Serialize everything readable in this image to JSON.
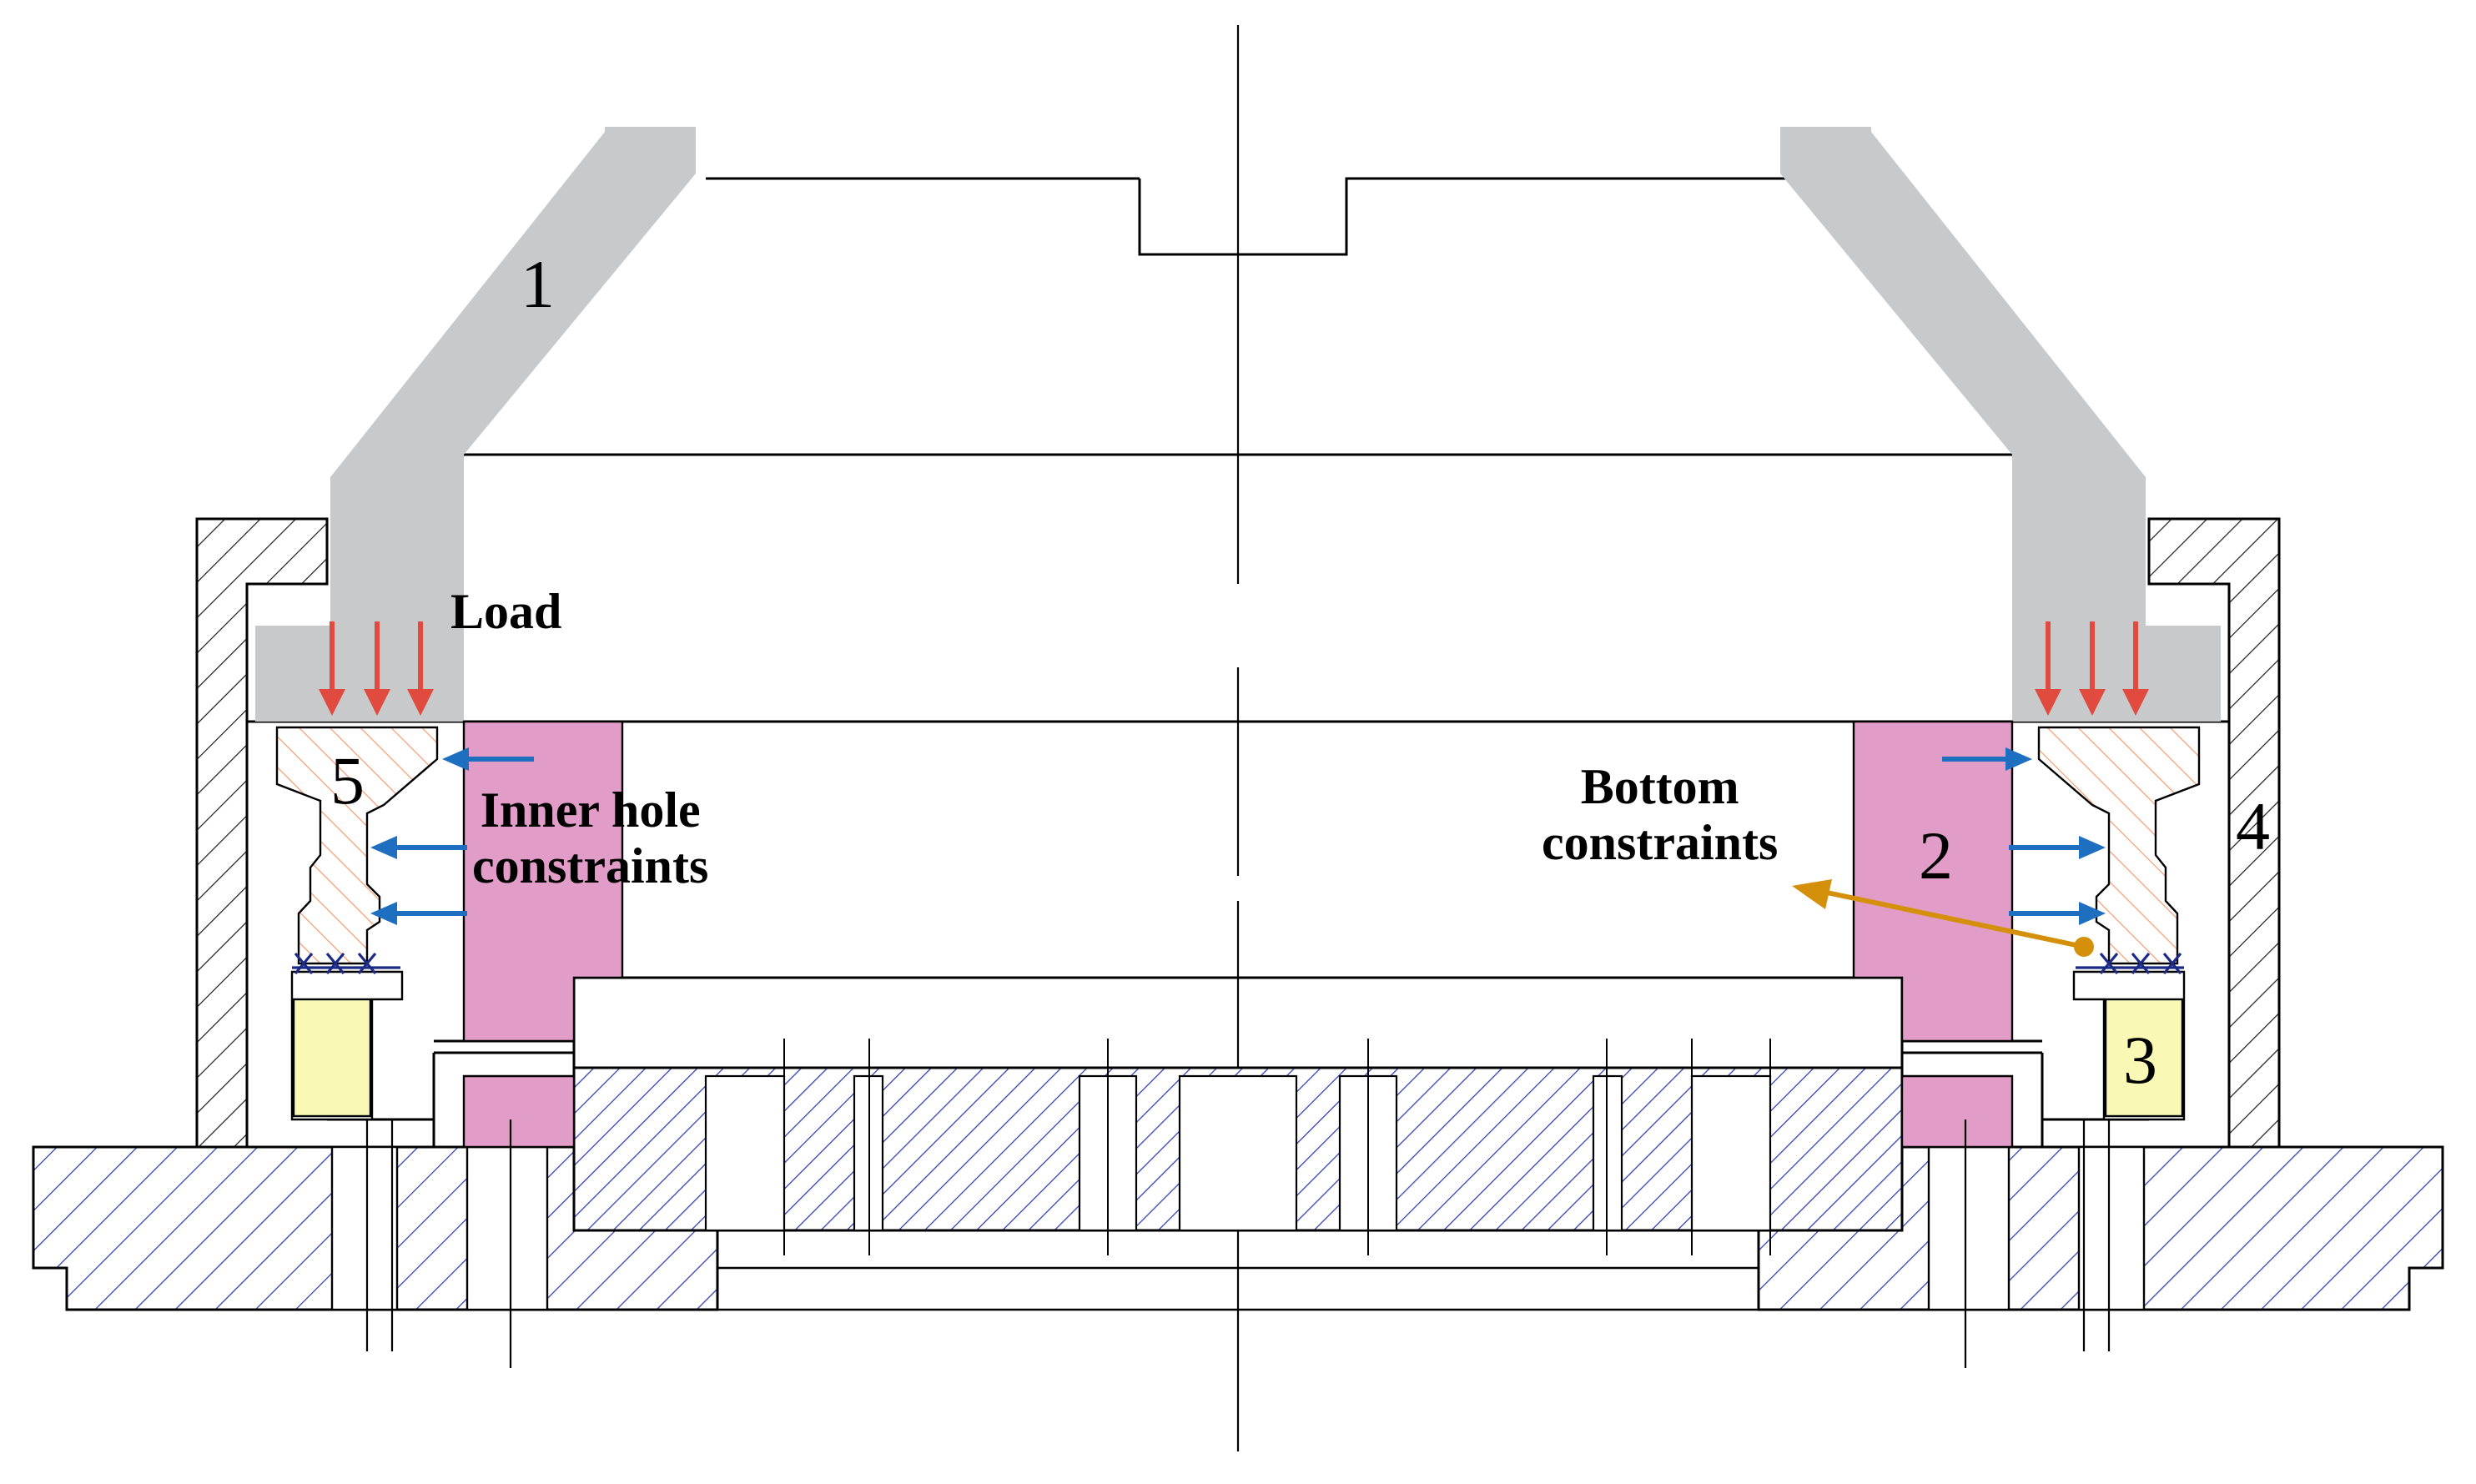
{
  "labels": {
    "part1": "1",
    "part2": "2",
    "part3": "3",
    "part4": "4",
    "part5": "5",
    "load": "Load",
    "inner_hole_line1": "Inner hole",
    "inner_hole_line2": "constraints",
    "bottom_line1": "Bottom",
    "bottom_line2": "constraints"
  },
  "colors": {
    "load_arrow": "#E14B3F",
    "constraint_arrow": "#1F6FC1",
    "bottom_constraint_pointer": "#D4900A",
    "part1_grey": "#C8C9CB",
    "part2_pink": "#E29CC8",
    "part3_yellow": "#FAF8B5",
    "part5_hatch": "#F4A27A",
    "base_hatch": "#3343B5",
    "housing_hatch": "#1a1a1a",
    "fixed_support_mark": "#1B2A85"
  }
}
